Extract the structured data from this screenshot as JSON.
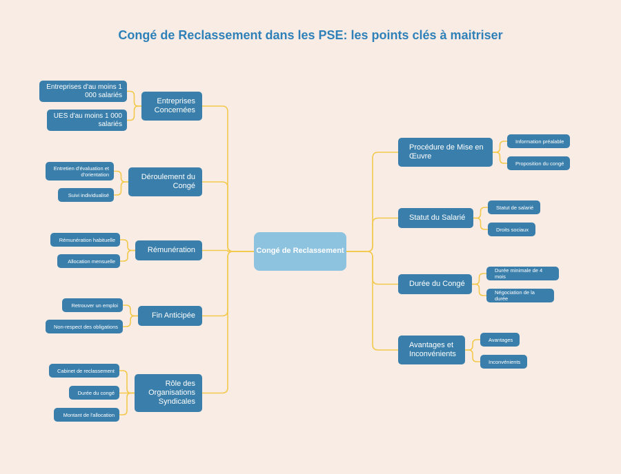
{
  "title": "Congé de Reclassement dans les PSE: les points clés à maitriser",
  "center": "Congé de Reclassement",
  "left_branches": [
    {
      "label": "Entreprises Concernées",
      "children": [
        "Entreprises d'au moins 1 000 salariés",
        "UES d'au moins 1 000 salariés"
      ]
    },
    {
      "label": "Déroulement du Congé",
      "children": [
        "Entretien d'évaluation et d'orientation",
        "Suivi individualisé"
      ]
    },
    {
      "label": "Rémunération",
      "children": [
        "Rémunération habituelle",
        "Allocation mensuelle"
      ]
    },
    {
      "label": "Fin Anticipée",
      "children": [
        "Retrouver un emploi",
        "Non-respect des obligations"
      ]
    },
    {
      "label": "Rôle des Organisations Syndicales",
      "children": [
        "Cabinet de reclassement",
        "Durée du congé",
        "Montant de l'allocation"
      ]
    }
  ],
  "right_branches": [
    {
      "label": "Procédure de Mise en Œuvre",
      "children": [
        "Information préalable",
        "Proposition du congé"
      ]
    },
    {
      "label": "Statut du Salarié",
      "children": [
        "Statut de salarié",
        "Droits sociaux"
      ]
    },
    {
      "label": "Durée du Congé",
      "children": [
        "Durée minimale de 4 mois",
        "Négociation de la durée"
      ]
    },
    {
      "label": "Avantages et Inconvénients",
      "children": [
        "Avantages",
        "Inconvénients"
      ]
    }
  ],
  "colors": {
    "background": "#f9ece4",
    "node": "#3a7fab",
    "center": "#8ec3e0",
    "link": "#f2c94c",
    "title": "#2e80b9"
  }
}
